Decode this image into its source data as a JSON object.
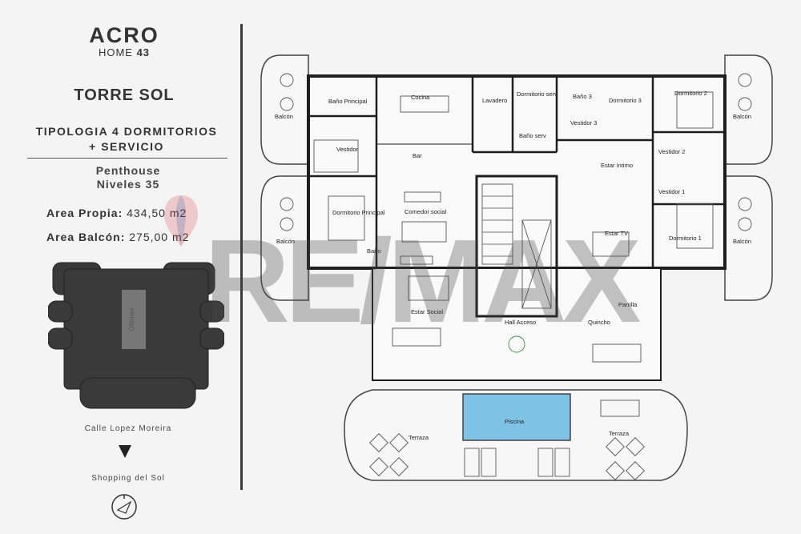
{
  "brand": {
    "name": "ACRO",
    "sub_prefix": "HOME",
    "sub_number": "43"
  },
  "tower": "TORRE SOL",
  "tipologia": {
    "line1": "TIPOLOGIA 4 DORMITORIOS",
    "line2": "+ SERVICIO"
  },
  "unit": {
    "type": "Penthouse",
    "levels": "Niveles 35"
  },
  "areas": {
    "propia_label": "Area Propia:",
    "propia_value": "434,50 m2",
    "balcon_label": "Area Balcón:",
    "balcon_value": "275,00 m2"
  },
  "site": {
    "building_label": "Oficinas",
    "street": "Calle Lopez Moreira",
    "landmark": "Shopping del Sol"
  },
  "watermark": "RE/MAX",
  "rooms": {
    "bano_principal": "Baño Principal",
    "cocina": "Cocina",
    "lavadero": "Lavadero",
    "dormitorio_serv": "Dormitorio serv",
    "bano3": "Baño 3",
    "dormitorio3": "Dormitorio 3",
    "dormitorio2": "Dormitorio 2",
    "balcon_left_top": "Balcón",
    "balcon_right_top": "Balcón",
    "vestidor_principal": "Vestidor",
    "bar": "Bar",
    "bano_serv": "Baño serv",
    "vestidor3": "Vestidor 3",
    "vestidor2": "Vestidor 2",
    "estar_intimo": "Estar íntimo",
    "vestidor1": "Vestidor 1",
    "dormitorio_principal": "Dormitorio Principal",
    "comedor_social": "Comedor social",
    "estar_tv": "Estar TV",
    "dormitorio1": "Dormitorio 1",
    "balcon_left_mid": "Balcón",
    "balcon_right_mid": "Balcón",
    "bano_small": "Baño",
    "parrilla": "Parrilla",
    "estar_social": "Estar Social",
    "hall_acceso": "Hall Acceso",
    "quincho": "Quincho",
    "piscina": "Piscina",
    "terraza_left": "Terraza",
    "terraza_right": "Terraza"
  },
  "colors": {
    "pool": "#7ec3e6",
    "wall": "#1e1e1e",
    "site_building": "#3a3a3a",
    "accent_red": "#d9343d",
    "accent_blue": "#2a5fa8"
  }
}
